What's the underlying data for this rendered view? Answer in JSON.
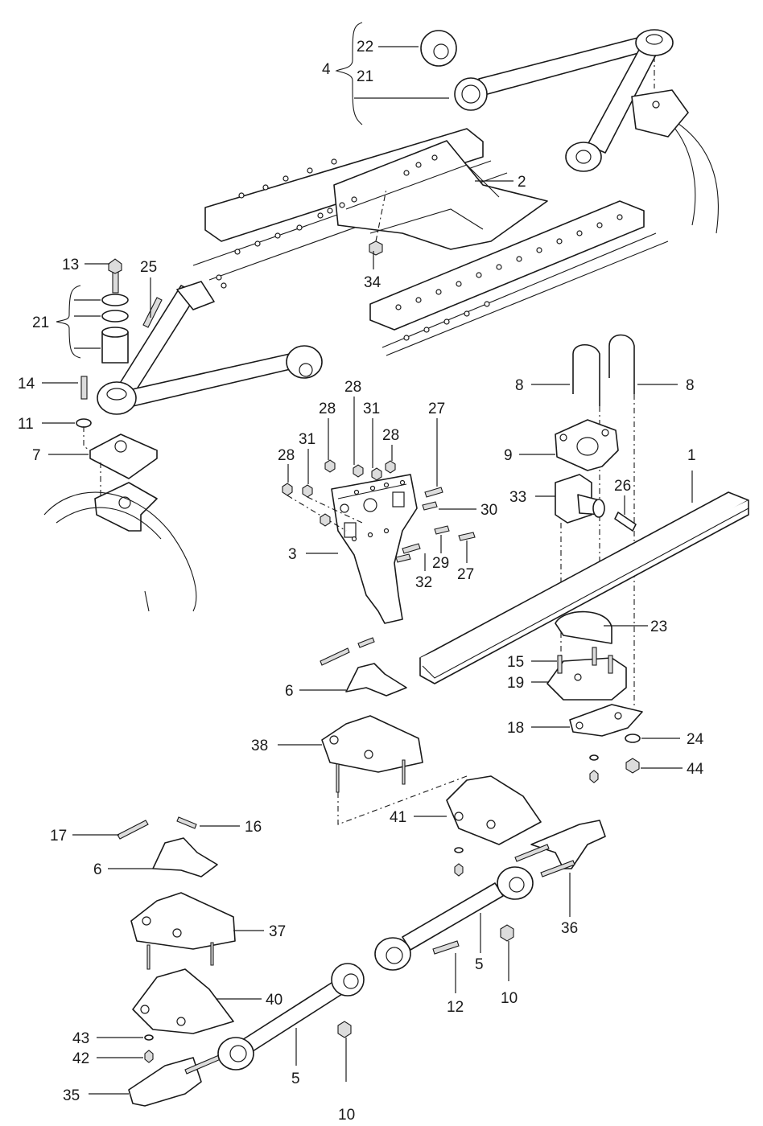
{
  "callouts": [
    {
      "id": "c22",
      "text": "22"
    },
    {
      "id": "c4",
      "text": "4"
    },
    {
      "id": "c21a",
      "text": "21"
    },
    {
      "id": "c2",
      "text": "2"
    },
    {
      "id": "c34",
      "text": "34"
    },
    {
      "id": "c13",
      "text": "13"
    },
    {
      "id": "c25",
      "text": "25"
    },
    {
      "id": "c21b",
      "text": "21"
    },
    {
      "id": "c14",
      "text": "14"
    },
    {
      "id": "c11",
      "text": "11"
    },
    {
      "id": "c7",
      "text": "7"
    },
    {
      "id": "c28a",
      "text": "28"
    },
    {
      "id": "c28b",
      "text": "28"
    },
    {
      "id": "c31a",
      "text": "31"
    },
    {
      "id": "c28c",
      "text": "28"
    },
    {
      "id": "c27a",
      "text": "27"
    },
    {
      "id": "c31b",
      "text": "31"
    },
    {
      "id": "c28d",
      "text": "28"
    },
    {
      "id": "c30",
      "text": "30"
    },
    {
      "id": "c3",
      "text": "3"
    },
    {
      "id": "c29",
      "text": "29"
    },
    {
      "id": "c32",
      "text": "32"
    },
    {
      "id": "c27b",
      "text": "27"
    },
    {
      "id": "c8a",
      "text": "8"
    },
    {
      "id": "c8b",
      "text": "8"
    },
    {
      "id": "c9",
      "text": "9"
    },
    {
      "id": "c1",
      "text": "1"
    },
    {
      "id": "c33",
      "text": "33"
    },
    {
      "id": "c26",
      "text": "26"
    },
    {
      "id": "c23",
      "text": "23"
    },
    {
      "id": "c15",
      "text": "15"
    },
    {
      "id": "c19",
      "text": "19"
    },
    {
      "id": "c6a",
      "text": "6"
    },
    {
      "id": "c18",
      "text": "18"
    },
    {
      "id": "c24",
      "text": "24"
    },
    {
      "id": "c44",
      "text": "44"
    },
    {
      "id": "c38",
      "text": "38"
    },
    {
      "id": "c41",
      "text": "41"
    },
    {
      "id": "c17",
      "text": "17"
    },
    {
      "id": "c16",
      "text": "16"
    },
    {
      "id": "c6b",
      "text": "6"
    },
    {
      "id": "c37",
      "text": "37"
    },
    {
      "id": "c36",
      "text": "36"
    },
    {
      "id": "c5a",
      "text": "5"
    },
    {
      "id": "c10a",
      "text": "10"
    },
    {
      "id": "c12",
      "text": "12"
    },
    {
      "id": "c40",
      "text": "40"
    },
    {
      "id": "c43",
      "text": "43"
    },
    {
      "id": "c42",
      "text": "42"
    },
    {
      "id": "c5b",
      "text": "5"
    },
    {
      "id": "c10b",
      "text": "10"
    },
    {
      "id": "c35",
      "text": "35"
    }
  ]
}
